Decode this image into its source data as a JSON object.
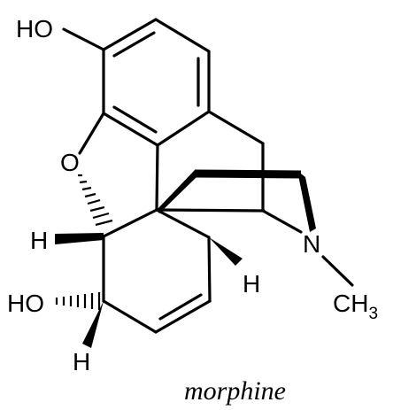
{
  "molecule": {
    "caption": "morphine",
    "labels": {
      "ho_top": "HO",
      "oxygen": "O",
      "h_left": "H",
      "ho_bottom": "HO",
      "h_bottom": "H",
      "h_right": "H",
      "nitrogen": "N",
      "methyl": "CH",
      "methyl_sub": "3"
    }
  }
}
